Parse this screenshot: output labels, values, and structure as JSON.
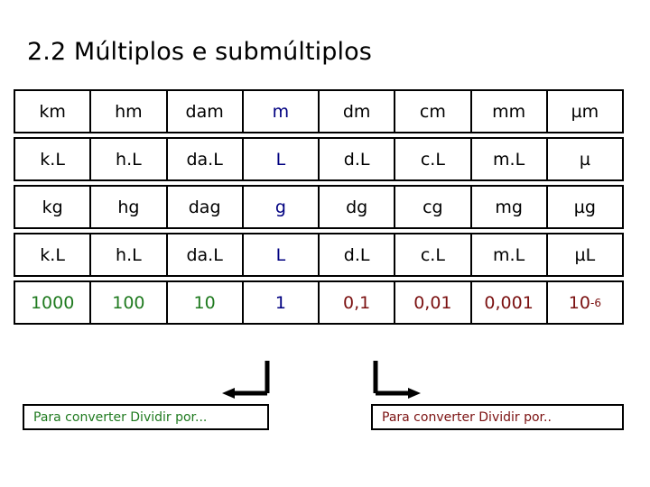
{
  "slide": {
    "title": "2.2 Múltiplos e submúltiplos"
  },
  "colors": {
    "black": "#000000",
    "blue": "#000080",
    "green": "#1f7a1f",
    "dark_red": "#7b1111",
    "border": "#000000",
    "background": "#ffffff"
  },
  "table": {
    "columns": 8,
    "rows": [
      {
        "name": "length-units",
        "cells": [
          {
            "text": "km",
            "color": "black"
          },
          {
            "text": "hm",
            "color": "black"
          },
          {
            "text": "dam",
            "color": "black"
          },
          {
            "text": "m",
            "color": "blue"
          },
          {
            "text": "dm",
            "color": "black"
          },
          {
            "text": "cm",
            "color": "black"
          },
          {
            "text": "mm",
            "color": "black"
          },
          {
            "text": "µm",
            "color": "black"
          }
        ]
      },
      {
        "name": "volume-units-dotted",
        "cells": [
          {
            "text": "k.L",
            "color": "black"
          },
          {
            "text": "h.L",
            "color": "black"
          },
          {
            "text": "da.L",
            "color": "black"
          },
          {
            "text": "L",
            "color": "blue"
          },
          {
            "text": "d.L",
            "color": "black"
          },
          {
            "text": "c.L",
            "color": "black"
          },
          {
            "text": "m.L",
            "color": "black"
          },
          {
            "text": "µ",
            "color": "black"
          }
        ]
      },
      {
        "name": "mass-units",
        "cells": [
          {
            "text": "kg",
            "color": "black"
          },
          {
            "text": "hg",
            "color": "black"
          },
          {
            "text": "dag",
            "color": "black"
          },
          {
            "text": "g",
            "color": "blue"
          },
          {
            "text": "dg",
            "color": "black"
          },
          {
            "text": "cg",
            "color": "black"
          },
          {
            "text": "mg",
            "color": "black"
          },
          {
            "text": "µg",
            "color": "black"
          }
        ]
      },
      {
        "name": "volume-units",
        "cells": [
          {
            "text": "k.L",
            "color": "black"
          },
          {
            "text": "h.L",
            "color": "black"
          },
          {
            "text": "da.L",
            "color": "black"
          },
          {
            "text": "L",
            "color": "blue"
          },
          {
            "text": "d.L",
            "color": "black"
          },
          {
            "text": "c.L",
            "color": "black"
          },
          {
            "text": "m.L",
            "color": "black"
          },
          {
            "text": "µL",
            "color": "black"
          }
        ]
      },
      {
        "name": "factor-values",
        "cells": [
          {
            "text": "1000",
            "color": "green"
          },
          {
            "text": "100",
            "color": "green"
          },
          {
            "text": "10",
            "color": "green"
          },
          {
            "text": "1",
            "color": "blue"
          },
          {
            "text": "0,1",
            "color": "red"
          },
          {
            "text": "0,01",
            "color": "red"
          },
          {
            "text": "0,001",
            "color": "red"
          },
          {
            "text": "10",
            "color": "red",
            "sup": "-6"
          }
        ]
      }
    ]
  },
  "captions": {
    "left": {
      "text": "Para converter Dividir por...",
      "color": "green"
    },
    "right": {
      "text": "Para converter Dividir por..",
      "color": "red"
    }
  },
  "connectors": {
    "left_arrow_direction": "left",
    "right_arrow_direction": "right"
  }
}
